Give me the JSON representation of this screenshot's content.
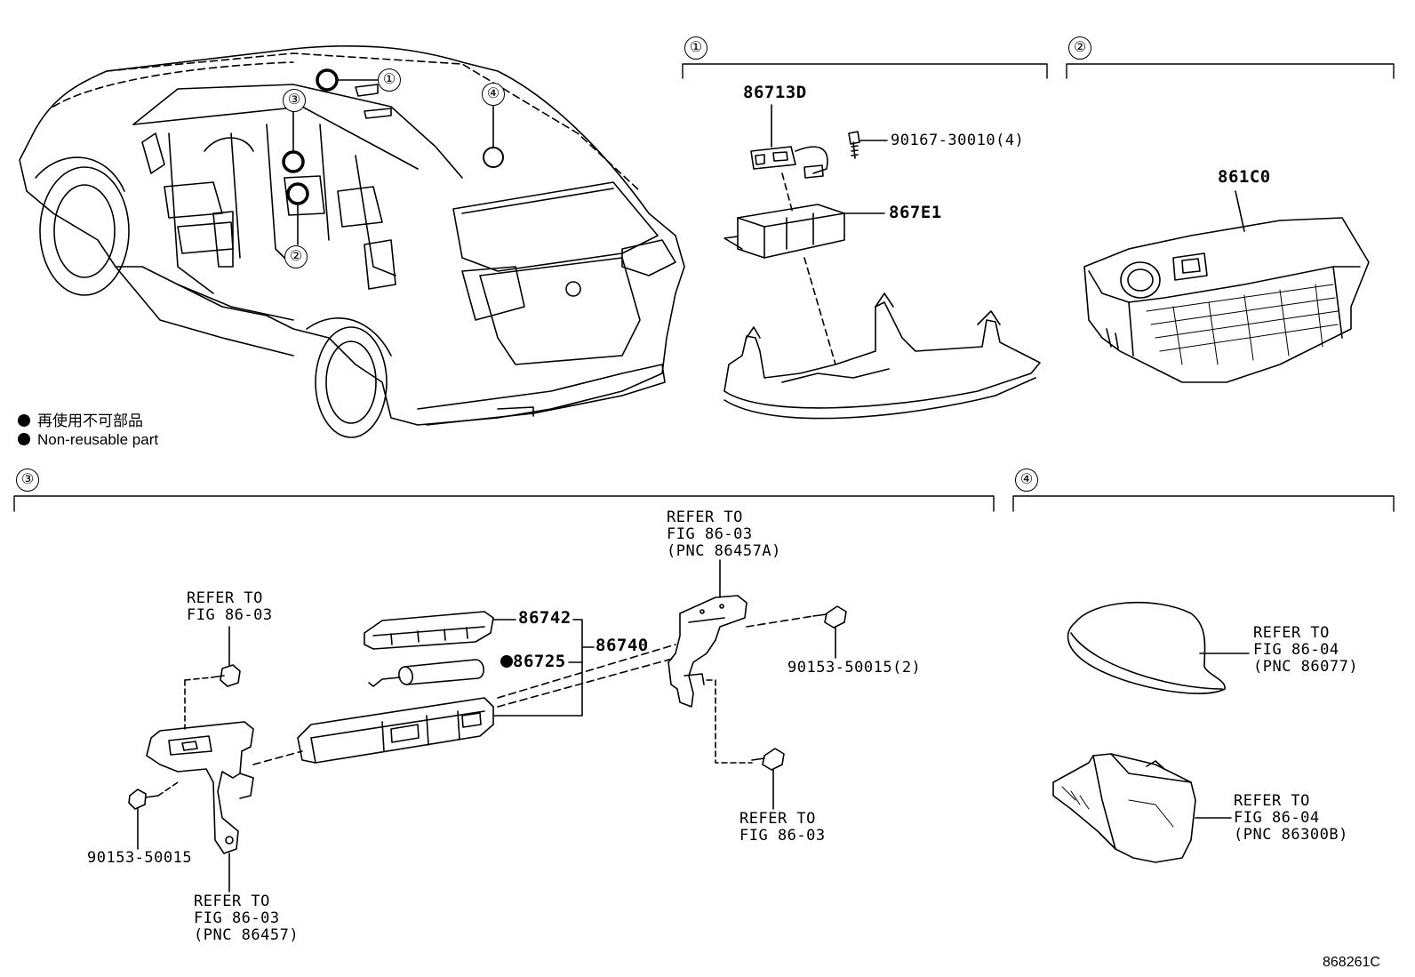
{
  "legend": {
    "line_jp": "再使用不可部品",
    "line_en": "Non-reusable part"
  },
  "callouts": [
    "①",
    "②",
    "③",
    "④"
  ],
  "section1": {
    "number": "1",
    "labels": {
      "part_86713D": "86713D",
      "screw": "90167-30010(4)",
      "part_867E1": "867E1"
    }
  },
  "section2": {
    "number": "2",
    "labels": {
      "part_861C0": "861C0"
    }
  },
  "section3": {
    "number": "3",
    "labels": {
      "refer_top_left": [
        "REFER TO",
        "FIG 86-03"
      ],
      "refer_bottom_left": [
        "REFER TO",
        "FIG 86-03",
        "(PNC 86457)"
      ],
      "bolt_left": "90153-50015",
      "part_86742": "86742",
      "part_86725": "86725",
      "part_86740": "86740",
      "refer_top_right": [
        "REFER TO",
        "FIG 86-03",
        "(PNC 86457A)"
      ],
      "bolt_right": "90153-50015(2)",
      "refer_bottom_right": [
        "REFER TO",
        "FIG 86-03"
      ]
    }
  },
  "section4": {
    "number": "4",
    "labels": {
      "refer_antenna": [
        "REFER TO",
        "FIG 86-04",
        "(PNC 86077)"
      ],
      "refer_module": [
        "REFER TO",
        "FIG 86-04",
        "(PNC 86300B)"
      ]
    }
  },
  "figure_number": "868261C"
}
